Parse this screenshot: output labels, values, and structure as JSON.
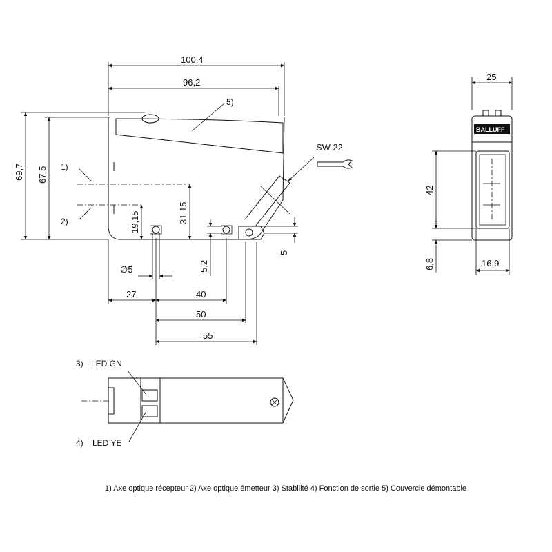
{
  "dimensions": {
    "overall_length": "100,4",
    "body_length": "96,2",
    "overall_height": "69,7",
    "body_height": "67,5",
    "axis1_height": "31,15",
    "axis2_height": "19,15",
    "hole_offset": "5,2",
    "slot_offset": "5",
    "hole_diameter": "∅5",
    "dist_27": "27",
    "dist_40": "40",
    "dist_50": "50",
    "dist_55": "55",
    "width": "25",
    "lens_height": "42",
    "lens_bottom": "6,8",
    "lens_width": "16,9"
  },
  "labels": {
    "callout_1": "1)",
    "callout_2": "2)",
    "callout_3": "3)",
    "callout_4": "4)",
    "callout_5": "5)",
    "wrench": "SW 22",
    "led_gn": "LED GN",
    "led_ye": "LED YE",
    "brand": "BALLUFF"
  },
  "legend": "1) Axe optique récepteur  2) Axe optique émetteur  3) Stabilité  4) Fonction de sortie  5) Couvercle démontable"
}
